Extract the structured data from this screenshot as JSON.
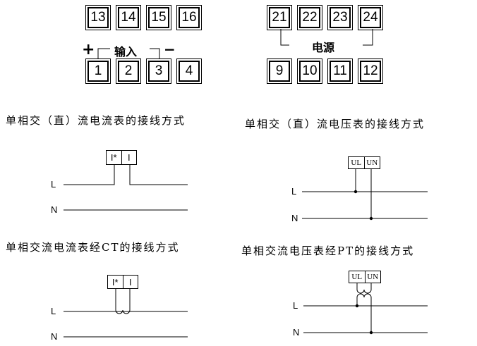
{
  "terminals_top_left": [
    "13",
    "14",
    "15",
    "16"
  ],
  "terminals_bottom_left": [
    "1",
    "2",
    "3",
    "4"
  ],
  "terminals_top_right": [
    "21",
    "22",
    "23",
    "24"
  ],
  "terminals_bottom_right": [
    "9",
    "10",
    "11",
    "12"
  ],
  "input": {
    "plus": "+",
    "label": "输入",
    "minus": "−"
  },
  "power": {
    "label": "电源"
  },
  "diagrams": {
    "current_direct": {
      "title": "单相交（直）流电流表的接线方式",
      "terminals": [
        "I*",
        "I"
      ],
      "line_l": "L",
      "line_n": "N"
    },
    "voltage_direct": {
      "title": "单相交（直）流电压表的接线方式",
      "terminals": [
        "UL",
        "UN"
      ],
      "line_l": "L",
      "line_n": "N"
    },
    "current_ct": {
      "title": "单相交流电流表经CT的接线方式",
      "terminals": [
        "I*",
        "I"
      ],
      "line_l": "L",
      "line_n": "N"
    },
    "voltage_pt": {
      "title": "单相交流电压表经PT的接线方式",
      "terminals": [
        "UL",
        "UN"
      ],
      "line_l": "L",
      "line_n": "N"
    }
  }
}
